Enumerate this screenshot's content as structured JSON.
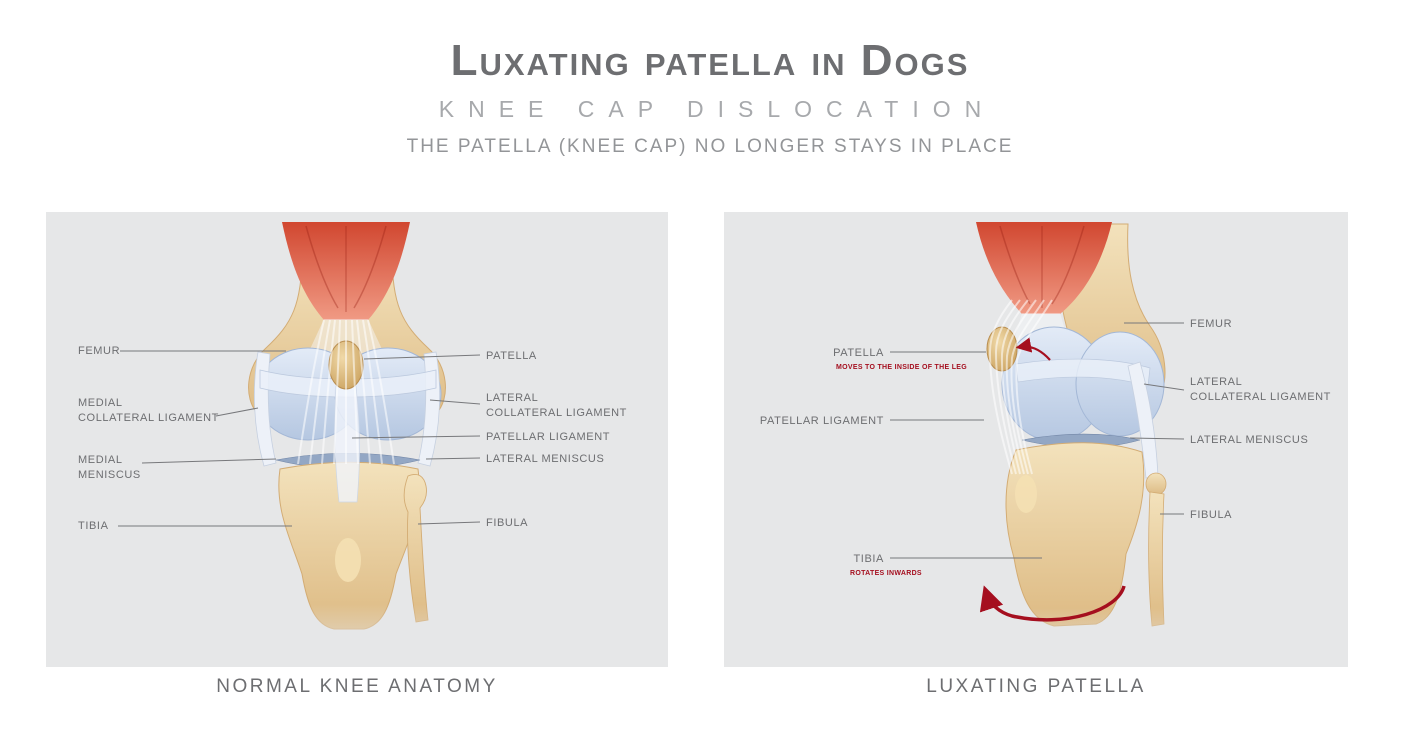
{
  "header": {
    "title": "Luxating patella in Dogs",
    "subtitle": "KNEE CAP DISLOCATION",
    "tagline": "THE PATELLA (KNEE CAP) NO LONGER STAYS IN PLACE"
  },
  "panels": {
    "normal": {
      "caption": "NORMAL KNEE ANATOMY",
      "labels": {
        "femur": "FEMUR",
        "medial_collateral_ligament": "MEDIAL\nCOLLATERAL LIGAMENT",
        "medial_meniscus": "MEDIAL\nMENISCUS",
        "tibia": "TIBIA",
        "patella": "PATELLA",
        "lateral_collateral_ligament": "LATERAL\nCOLLATERAL LIGAMENT",
        "patellar_ligament": "PATELLAR LIGAMENT",
        "lateral_meniscus": "LATERAL MENISCUS",
        "fibula": "FIBULA"
      }
    },
    "luxating": {
      "caption": "LUXATING PATELLA",
      "labels": {
        "patella": "PATELLA",
        "patella_note": "MOVES TO THE INSIDE OF THE LEG",
        "patellar_ligament": "PATELLAR LIGAMENT",
        "tibia": "TIBIA",
        "tibia_note": "ROTATES INWARDS",
        "femur": "FEMUR",
        "lateral_collateral_ligament": "LATERAL\nCOLLATERAL LIGAMENT",
        "lateral_meniscus": "LATERAL MENISCUS",
        "fibula": "FIBULA"
      }
    }
  },
  "colors": {
    "panel_background": "#e6e7e8",
    "heading_text": "#6d6e71",
    "muted_text": "#a7a9ac",
    "accent_red": "#a50f1f",
    "bone": "#eacfa3",
    "cartilage": "#c8d6ea",
    "muscle": "#d94f38"
  }
}
